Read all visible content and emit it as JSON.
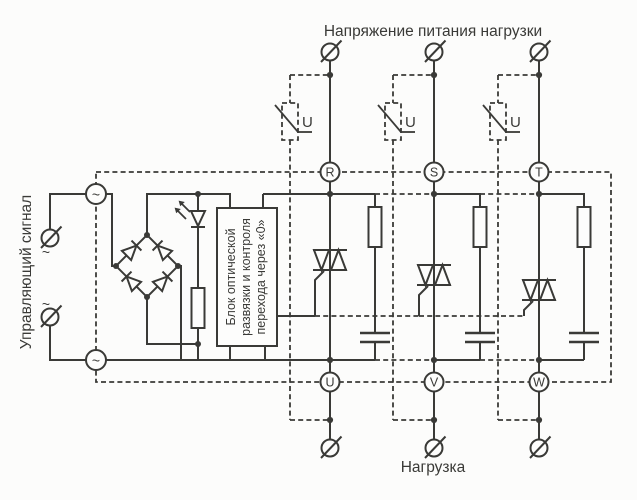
{
  "colors": {
    "ink": "#3a3a37",
    "background": "#fcfcfb"
  },
  "labels": {
    "supply_title": "Напряжение питания нагрузки",
    "control_label": "Управляющий сигнал",
    "load_label": "Нагрузка",
    "ac_mark": "~"
  },
  "block": {
    "line1": "Блок оптической",
    "line2": "развязки и контроля",
    "line3": "перехода через «0»"
  },
  "phase_terminals": [
    "R",
    "S",
    "T"
  ],
  "load_terminals": [
    "U",
    "V",
    "W"
  ],
  "varistor_labels": [
    "U",
    "U",
    "U"
  ]
}
